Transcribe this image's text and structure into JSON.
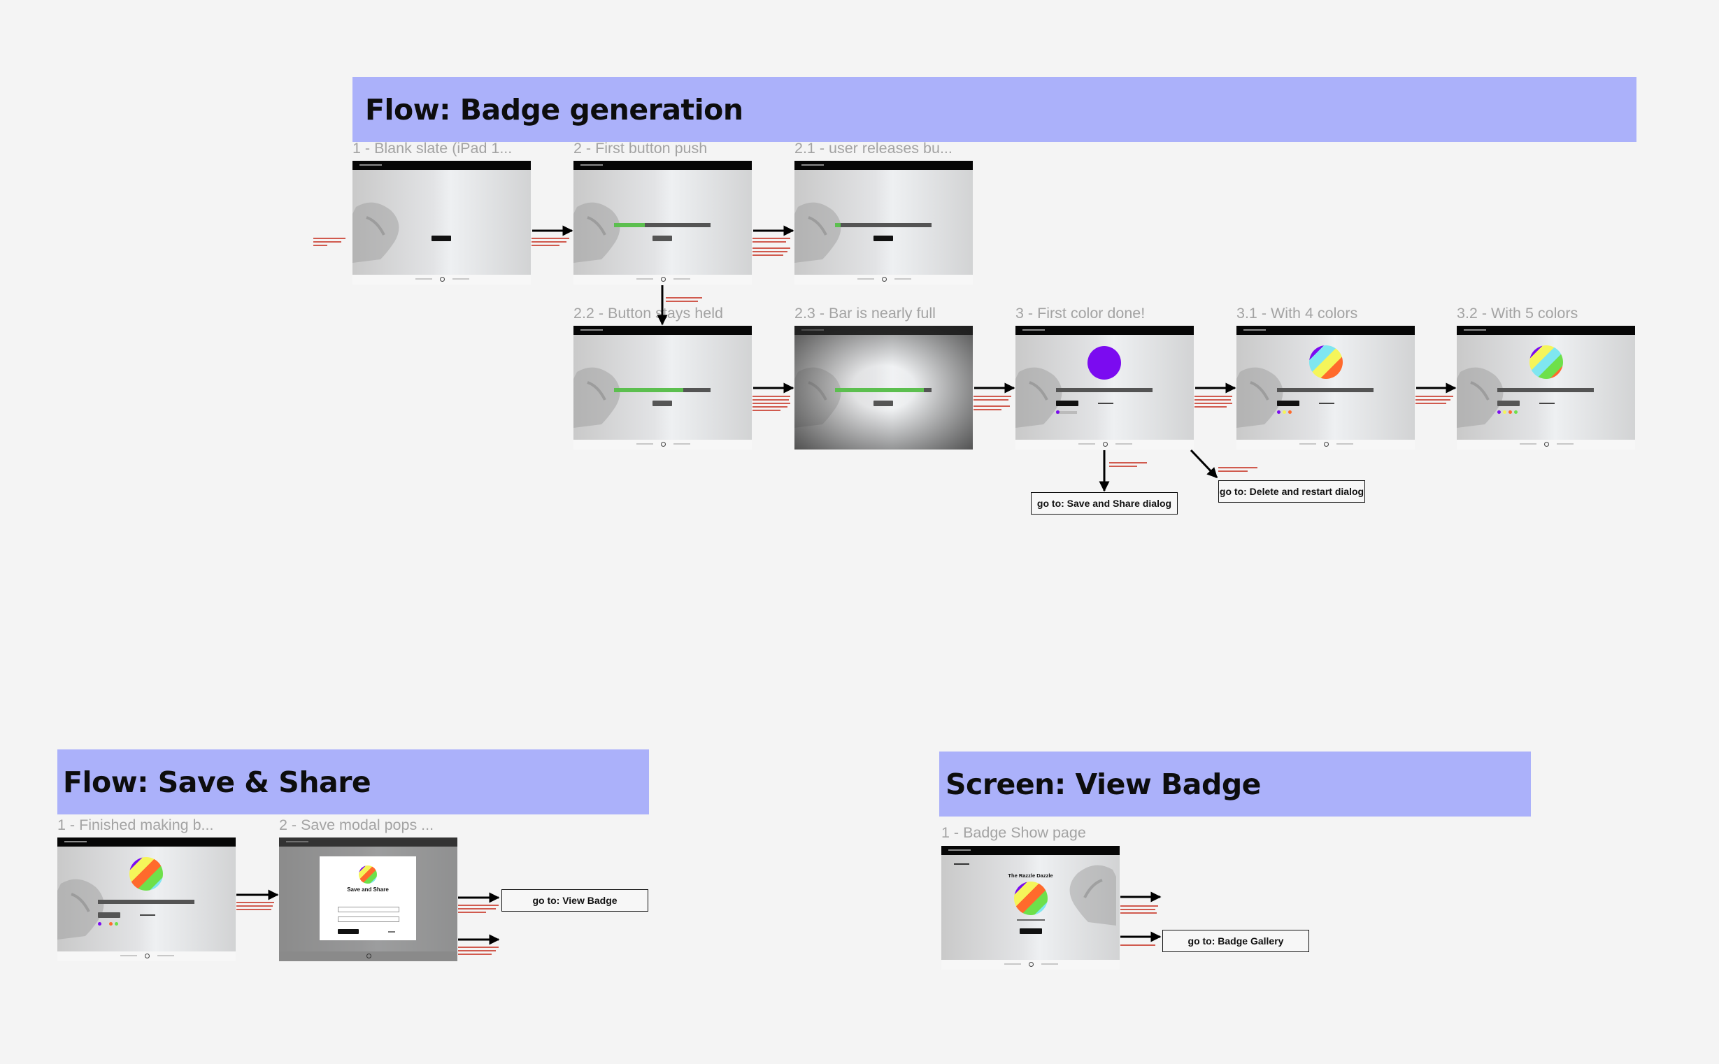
{
  "sections": {
    "badge_generation": {
      "title": "Flow: Badge generation",
      "frames": [
        {
          "label": "1 - Blank slate (iPad 1..."
        },
        {
          "label": "2 - First button push"
        },
        {
          "label": "2.1 - user releases bu..."
        },
        {
          "label": "2.2 - Button stays held"
        },
        {
          "label": "2.3 - Bar is nearly full"
        },
        {
          "label": "3 - First color done!"
        },
        {
          "label": "3.1 - With 4 colors"
        },
        {
          "label": "3.2 - With 5 colors"
        }
      ],
      "links": [
        {
          "label": "go to: Save and Share dialog"
        },
        {
          "label": "go to: Delete and restart dialog"
        }
      ]
    },
    "save_share": {
      "title": "Flow: Save & Share",
      "frames": [
        {
          "label": "1 - Finished making b..."
        },
        {
          "label": "2 - Save modal pops ..."
        }
      ],
      "modal": {
        "title": "Save and Share"
      },
      "links": [
        {
          "label": "go to: View Badge"
        }
      ]
    },
    "view_badge": {
      "title": "Screen: View Badge",
      "frames": [
        {
          "label": "1 - Badge Show page"
        }
      ],
      "page_title": "The Razzle Dazzle",
      "links": [
        {
          "label": "go to: Badge Gallery"
        }
      ]
    }
  },
  "colors": {
    "banner": "#abb1fa",
    "progress_fill": "#5cbf4f",
    "first_color": "#7b0bf0",
    "annotation_text": "#c0392b"
  }
}
